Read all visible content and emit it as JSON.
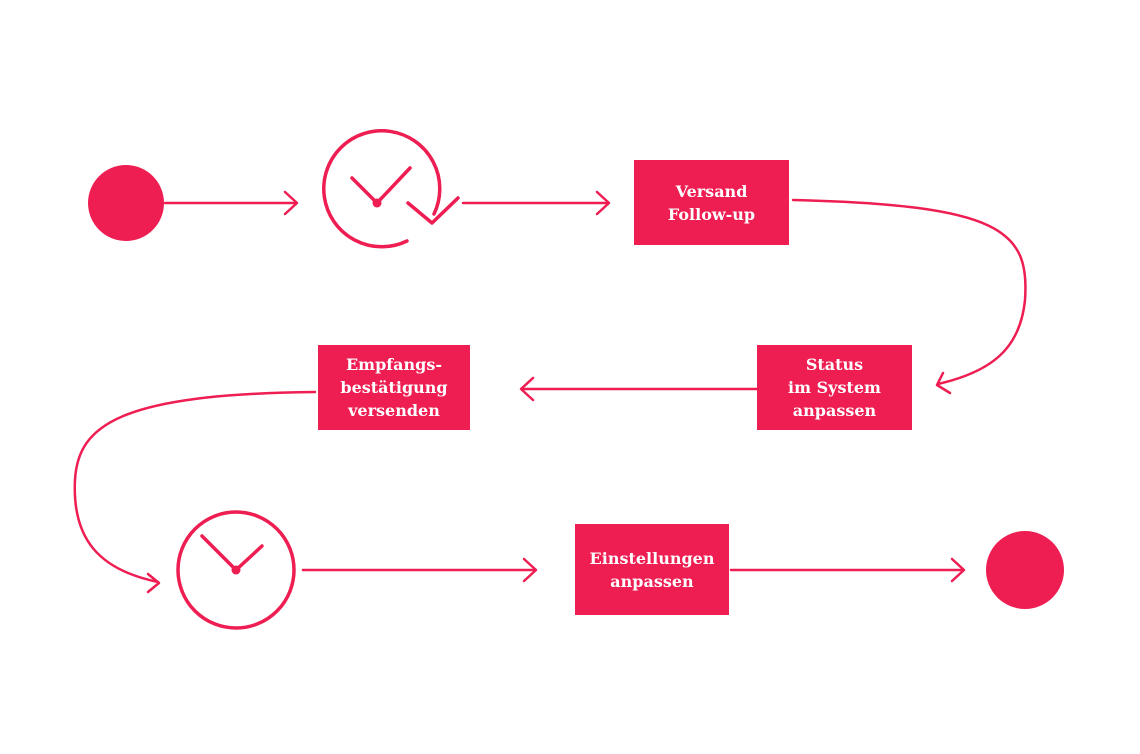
{
  "colors": {
    "accent": "#EE1D52",
    "background": "#ffffff",
    "box_text": "#ffffff"
  },
  "nodes": {
    "start": {
      "kind": "start-point"
    },
    "wait_1": {
      "kind": "clock-with-repeat-arrow-icon"
    },
    "send_follow_up": {
      "lines": [
        "Versand",
        "Follow-up"
      ]
    },
    "update_status": {
      "lines": [
        "Status",
        "im System",
        "anpassen"
      ]
    },
    "send_receipt": {
      "lines": [
        "Empfangs-",
        "bestätigung",
        "versenden"
      ]
    },
    "wait_2": {
      "kind": "clock-icon"
    },
    "adjust_settings": {
      "lines": [
        "Einstellungen",
        "anpassen"
      ]
    },
    "end": {
      "kind": "end-point"
    }
  },
  "flow": [
    [
      "start",
      "wait_1"
    ],
    [
      "wait_1",
      "send_follow_up"
    ],
    [
      "send_follow_up",
      "update_status"
    ],
    [
      "update_status",
      "send_receipt"
    ],
    [
      "send_receipt",
      "wait_2"
    ],
    [
      "wait_2",
      "adjust_settings"
    ],
    [
      "adjust_settings",
      "end"
    ]
  ]
}
